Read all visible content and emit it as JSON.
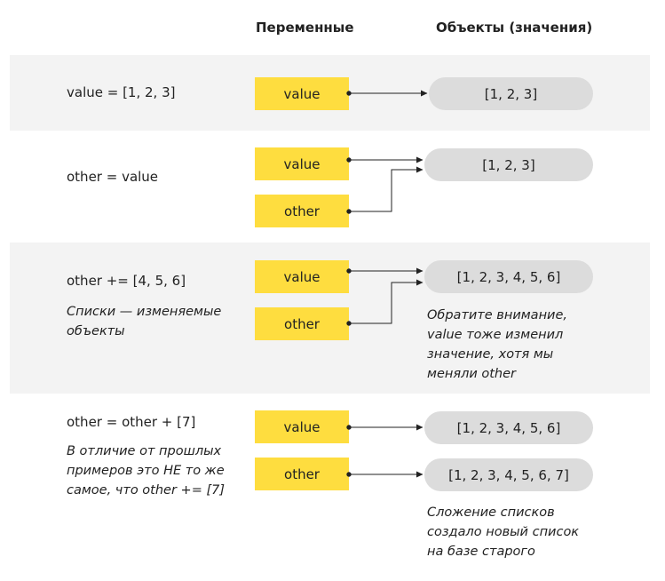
{
  "headers": {
    "variables": "Переменные",
    "objects": "Объекты (значения)"
  },
  "rows": [
    {
      "code": "value = [1, 2, 3]",
      "vars": [
        "value"
      ],
      "objects": [
        "[1, 2, 3]"
      ]
    },
    {
      "code": "other = value",
      "vars": [
        "value",
        "other"
      ],
      "objects": [
        "[1, 2, 3]"
      ]
    },
    {
      "code": "other += [4, 5, 6]",
      "note": [
        "Списки — изменяемые",
        "объекты"
      ],
      "vars": [
        "value",
        "other"
      ],
      "objects": [
        "[1, 2, 3, 4, 5, 6]"
      ],
      "object_note": [
        "Обратите внимание,",
        "value тоже изменил",
        "значение, хотя мы",
        "меняли other"
      ]
    },
    {
      "code": "other = other + [7]",
      "note": [
        "В отличие от прошлых",
        "примеров это НЕ то же",
        "самое, что other += [7]"
      ],
      "vars": [
        "value",
        "other"
      ],
      "objects": [
        "[1, 2, 3, 4, 5, 6]",
        "[1, 2, 3, 4, 5, 6, 7]"
      ],
      "object_note": [
        "Сложение списков",
        "создало новый список",
        "на базе старого"
      ]
    }
  ],
  "colors": {
    "variable_fill": "#fedd3f",
    "object_fill": "#dcdcdc",
    "band_fill": "#f3f3f3",
    "arrow": "#222222"
  }
}
